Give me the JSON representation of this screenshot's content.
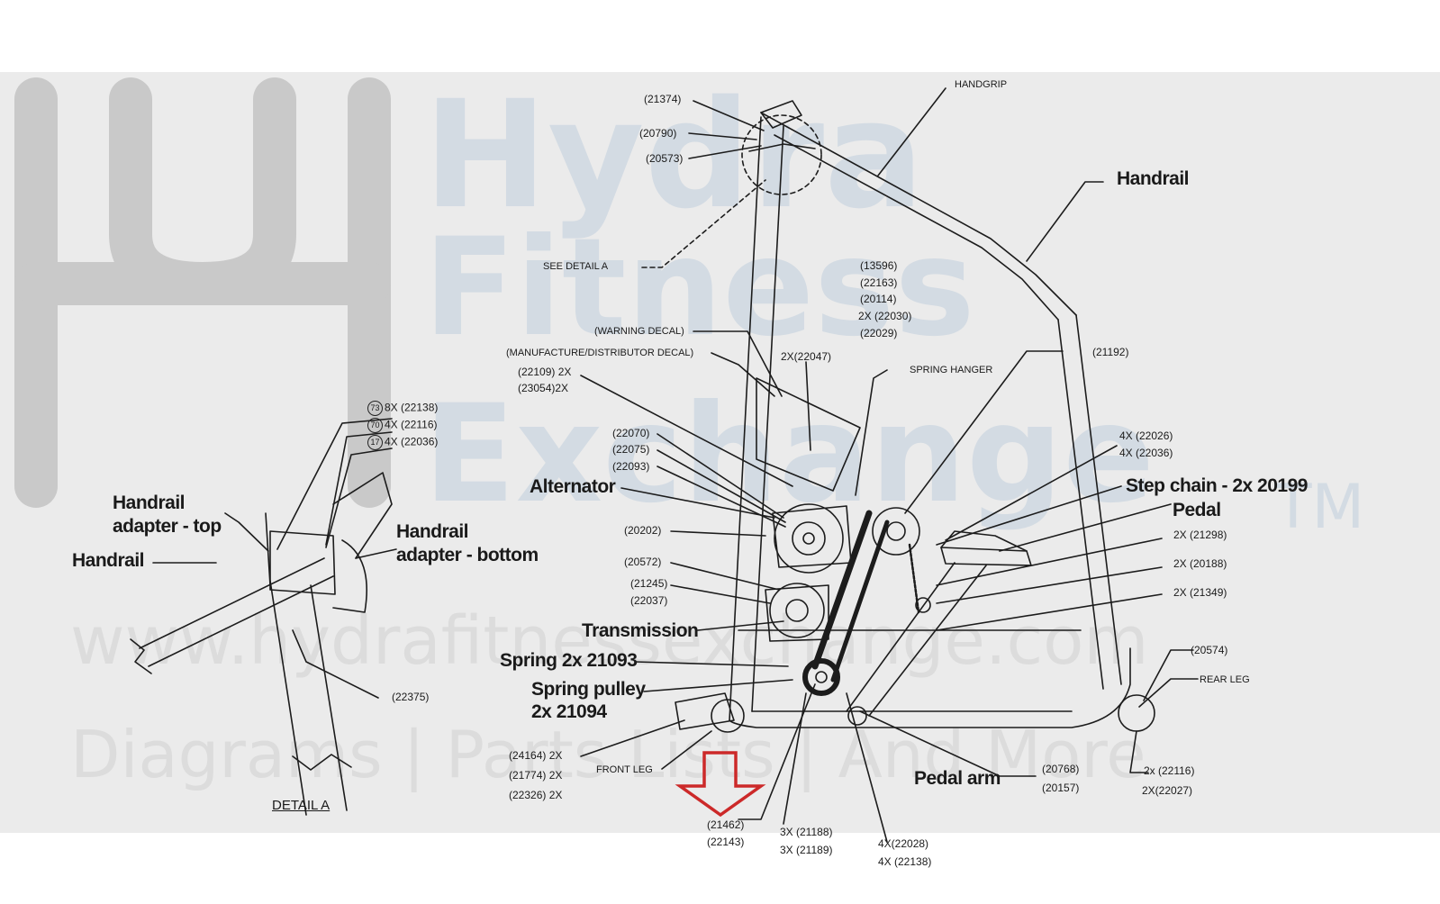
{
  "watermark": {
    "words": [
      "Hydra",
      "Fitness",
      "Exchange"
    ],
    "trademark": "TM",
    "url": "www.hydrafitnessexchange.com",
    "tagline": "Diagrams | Parts Lists | And More",
    "logo_icon": "trident-h-icon",
    "colors": {
      "logo": "#c9c9c9",
      "text": "#d3dbe3"
    }
  },
  "highlight": {
    "icon": "arrow-down-icon",
    "color": "#cc2929"
  },
  "labels": {
    "p21374": "(21374)",
    "p20790": "(20790)",
    "p20573": "(20573)",
    "handgrip": "HANDGRIP",
    "handrail_main": "Handrail",
    "see_detail": "SEE DETAIL A",
    "g1": [
      "(13596)",
      "(22163)",
      "(20114)",
      "2X (22030)",
      "(22029)"
    ],
    "warning_decal": "(WARNING DECAL)",
    "manufacture_decal": "(MANUFACTURE/DISTRIBUTOR DECAL)",
    "p22109": "(22109) 2X",
    "p23054": "(23054)2X",
    "p22047": "2X(22047)",
    "spring_hanger": "SPRING HANGER",
    "p21192": "(21192)",
    "g2": [
      "(22070)",
      "(22075)",
      "(22093)"
    ],
    "alternator": "Alternator",
    "p22026": "4X (22026)",
    "p22036": "4X (22036)",
    "step_chain": "Step chain - 2x 20199",
    "pedal": "Pedal",
    "p21298": "2X (21298)",
    "p20188": "2X (20188)",
    "p21349": "2X (21349)",
    "p20202": "(20202)",
    "p20572": "(20572)",
    "p21245": "(21245)",
    "p22037": "(22037)",
    "transmission": "Transmission",
    "spring": "Spring 2x 21093",
    "spring_pulley_1": "Spring pulley",
    "spring_pulley_2": "2x 21094",
    "p20574": "(20574)",
    "rear_leg": "REAR LEG",
    "g3": [
      "(24164) 2X",
      "(21774) 2X",
      "(22326) 2X"
    ],
    "front_leg": "FRONT LEG",
    "p21462": "(21462)",
    "p22143": "(22143)",
    "p21188": "3X (21188)",
    "p21189": "3X (21189)",
    "p22028": "4X(22028)",
    "p22138b": "4X (22138)",
    "pedal_arm": "Pedal arm",
    "p20768": "(20768)",
    "p20157": "(20157)",
    "p22116b": "2x (22116)",
    "p22027": "2X(22027)",
    "d_73": "73",
    "d_8x": "8X (22138)",
    "d_70": "70",
    "d_4x1": "4X (22116)",
    "d_17": "17",
    "d_4x2": "4X (22036)",
    "adapter_top_1": "Handrail",
    "adapter_top_2": "adapter - top",
    "adapter_bottom_1": "Handrail",
    "adapter_bottom_2": "adapter - bottom",
    "detail_handrail": "Handrail",
    "p22375": "(22375)",
    "detail_a": "DETAIL A"
  }
}
